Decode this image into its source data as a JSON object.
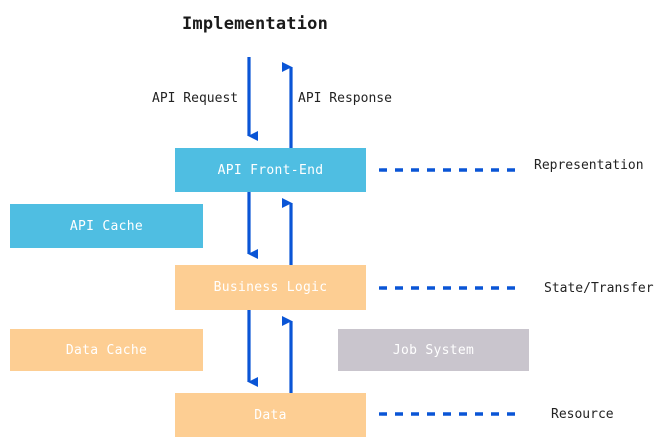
{
  "diagram": {
    "title": "Implementation",
    "accent_blue": "#0A55D6",
    "box_blue": "#4FBEE2",
    "box_orange": "#FDCE93",
    "box_gray": "#C9C5CD",
    "text_color": "#232323",
    "background": "#FFFFFF"
  },
  "boxes": {
    "api_front_end": "API Front-End",
    "api_cache": "API Cache",
    "business_logic": "Business Logic",
    "data_cache": "Data Cache",
    "job_system": "Job System",
    "data": "Data"
  },
  "arrow_labels": {
    "api_request": "API Request",
    "api_response": "API Response"
  },
  "tier_labels": {
    "representation": "Representation",
    "state_transfer": "State/Transfer",
    "resource": "Resource"
  }
}
